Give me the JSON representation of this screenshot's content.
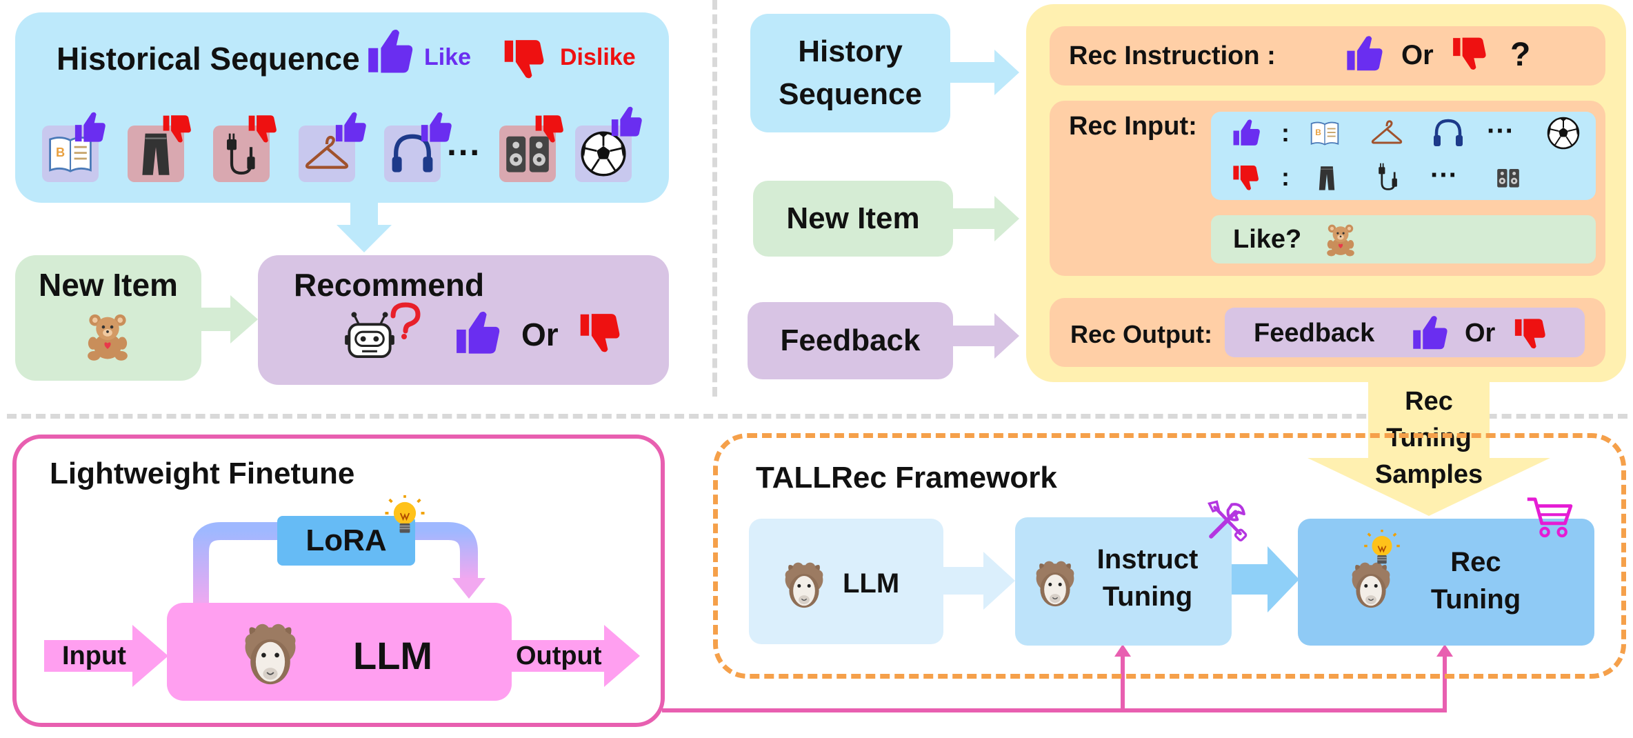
{
  "top_left": {
    "historical_sequence": "Historical Sequence",
    "like": "Like",
    "dislike": "Dislike",
    "ellipsis": "···",
    "new_item": "New Item",
    "recommend": "Recommend",
    "or": "Or"
  },
  "top_right": {
    "history_sequence": "History\nSequence",
    "new_item": "New Item",
    "feedback": "Feedback",
    "rec_instruction": "Rec Instruction :",
    "or": "Or",
    "question": "?",
    "rec_input": "Rec Input:",
    "colon": ":",
    "ellipsis": "···",
    "like_q": "Like?",
    "rec_output": "Rec Output:",
    "feedback_box": "Feedback",
    "or2": "Or",
    "rec_tuning_samples": "Rec\nTuning\nSamples"
  },
  "bottom_left": {
    "title": "Lightweight Finetune",
    "lora": "LoRA",
    "llm": "LLM",
    "input": "Input",
    "output": "Output"
  },
  "bottom_right": {
    "title": "TALLRec Framework",
    "llm": "LLM",
    "instruct_tuning": "Instruct\nTuning",
    "rec_tuning": "Rec\nTuning"
  },
  "colors": {
    "blue_panel": "#bde9fb",
    "green_panel": "#d5ecd4",
    "purple_panel": "#d8c4e4",
    "yellow_panel": "#fff0b0",
    "orange_box": "#ffcfa6",
    "pink": "#ff9ff0",
    "pink_border": "#e85fb0",
    "orange_dash": "#f5a04a",
    "like_purple": "#6a2ef0",
    "dislike_red": "#ee1111",
    "cart_magenta": "#e51cd4"
  }
}
